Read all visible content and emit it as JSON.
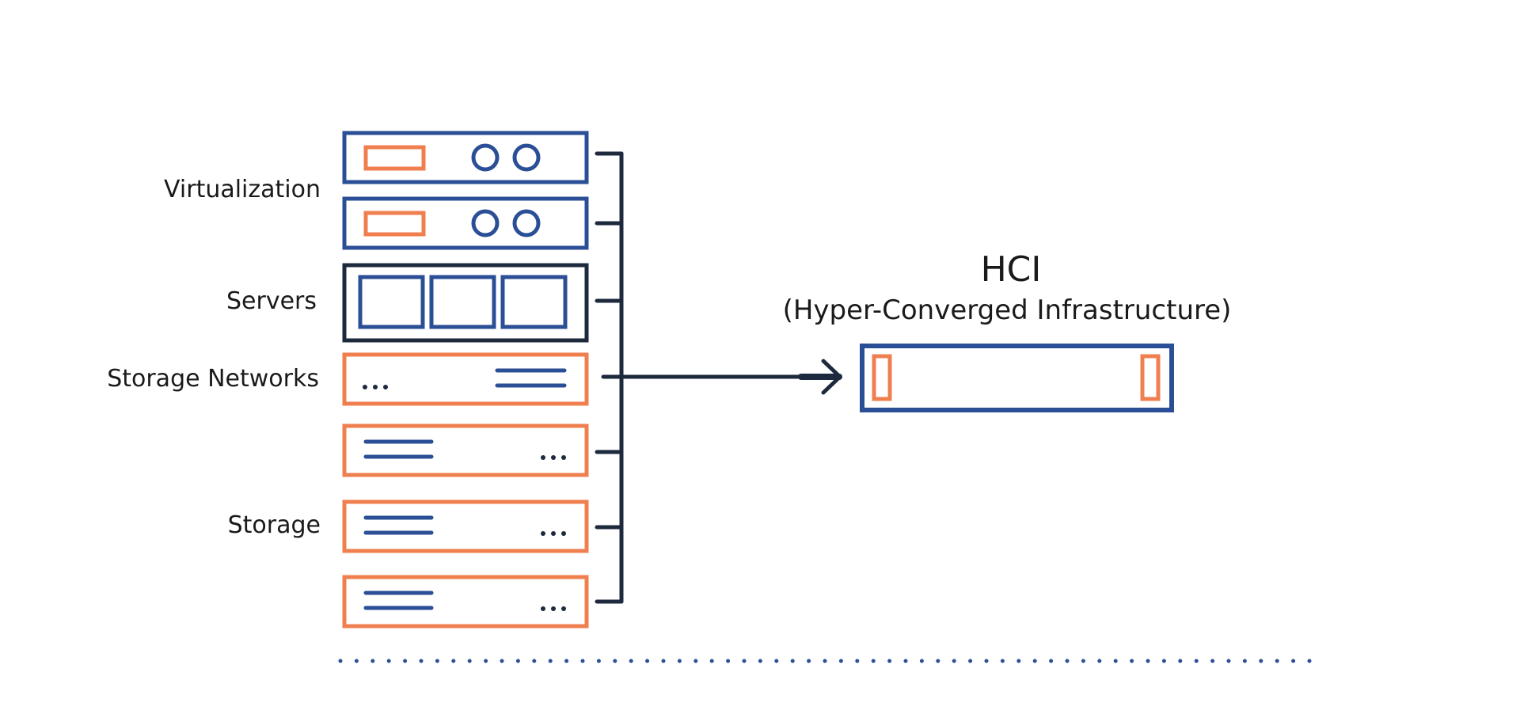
{
  "labels": {
    "virtualization": "Virtualization",
    "servers": "Servers",
    "storage_networks": "Storage Networks",
    "storage": "Storage"
  },
  "hci": {
    "title": "HCI",
    "subtitle": "(Hyper-Converged Infrastructure)"
  },
  "colors": {
    "blue": "#2b4f96",
    "orange": "#f07f4f",
    "dark": "#1d2a3d"
  }
}
